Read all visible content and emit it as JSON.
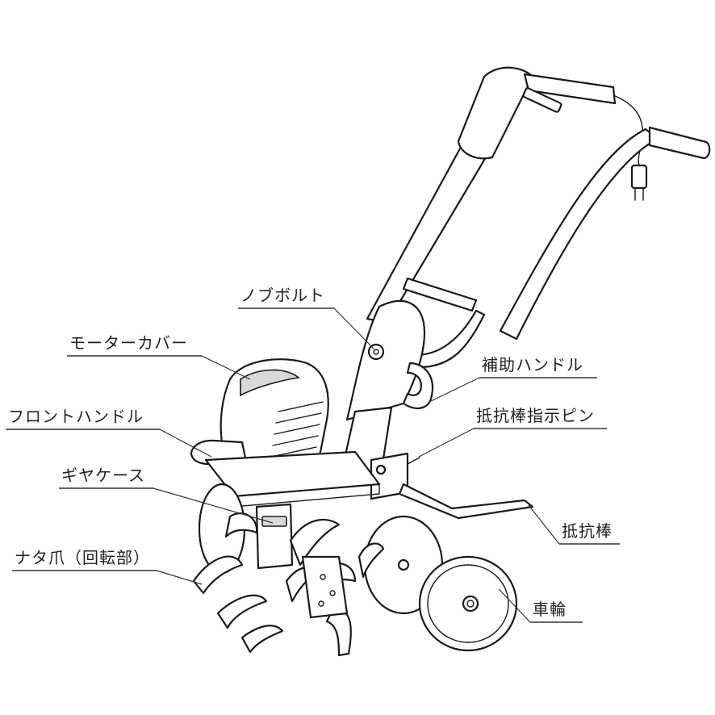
{
  "labels": {
    "knob_bolt": "ノブボルト",
    "motor_cover": "モーターカバー",
    "aux_handle": "補助ハンドル",
    "front_handle": "フロントハンドル",
    "resist_pin": "抵抗棒指示ピン",
    "gear_case": "ギヤケース",
    "resist_bar": "抵抗棒",
    "tines": "ナタ爪（回転部）",
    "wheel": "車輪"
  }
}
